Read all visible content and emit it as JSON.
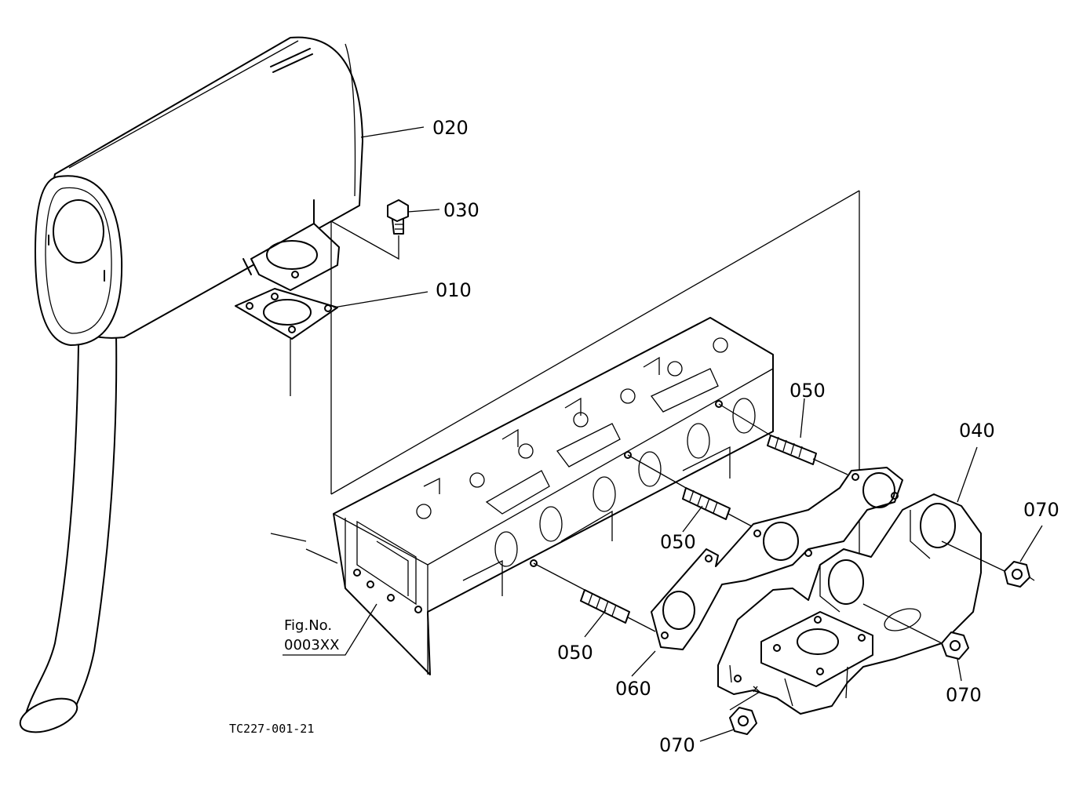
{
  "callouts": {
    "p010": "010",
    "p020": "020",
    "p030": "030",
    "p040": "040",
    "p050_a": "050",
    "p050_b": "050",
    "p050_c": "050",
    "p060": "060",
    "p070_a": "070",
    "p070_b": "070",
    "p070_c": "070"
  },
  "figure_ref": {
    "line1": "Fig.No.",
    "line2": "0003XX"
  },
  "drawing_id": "TC227-001-21",
  "colors": {
    "line": "#000000",
    "background": "#ffffff"
  }
}
